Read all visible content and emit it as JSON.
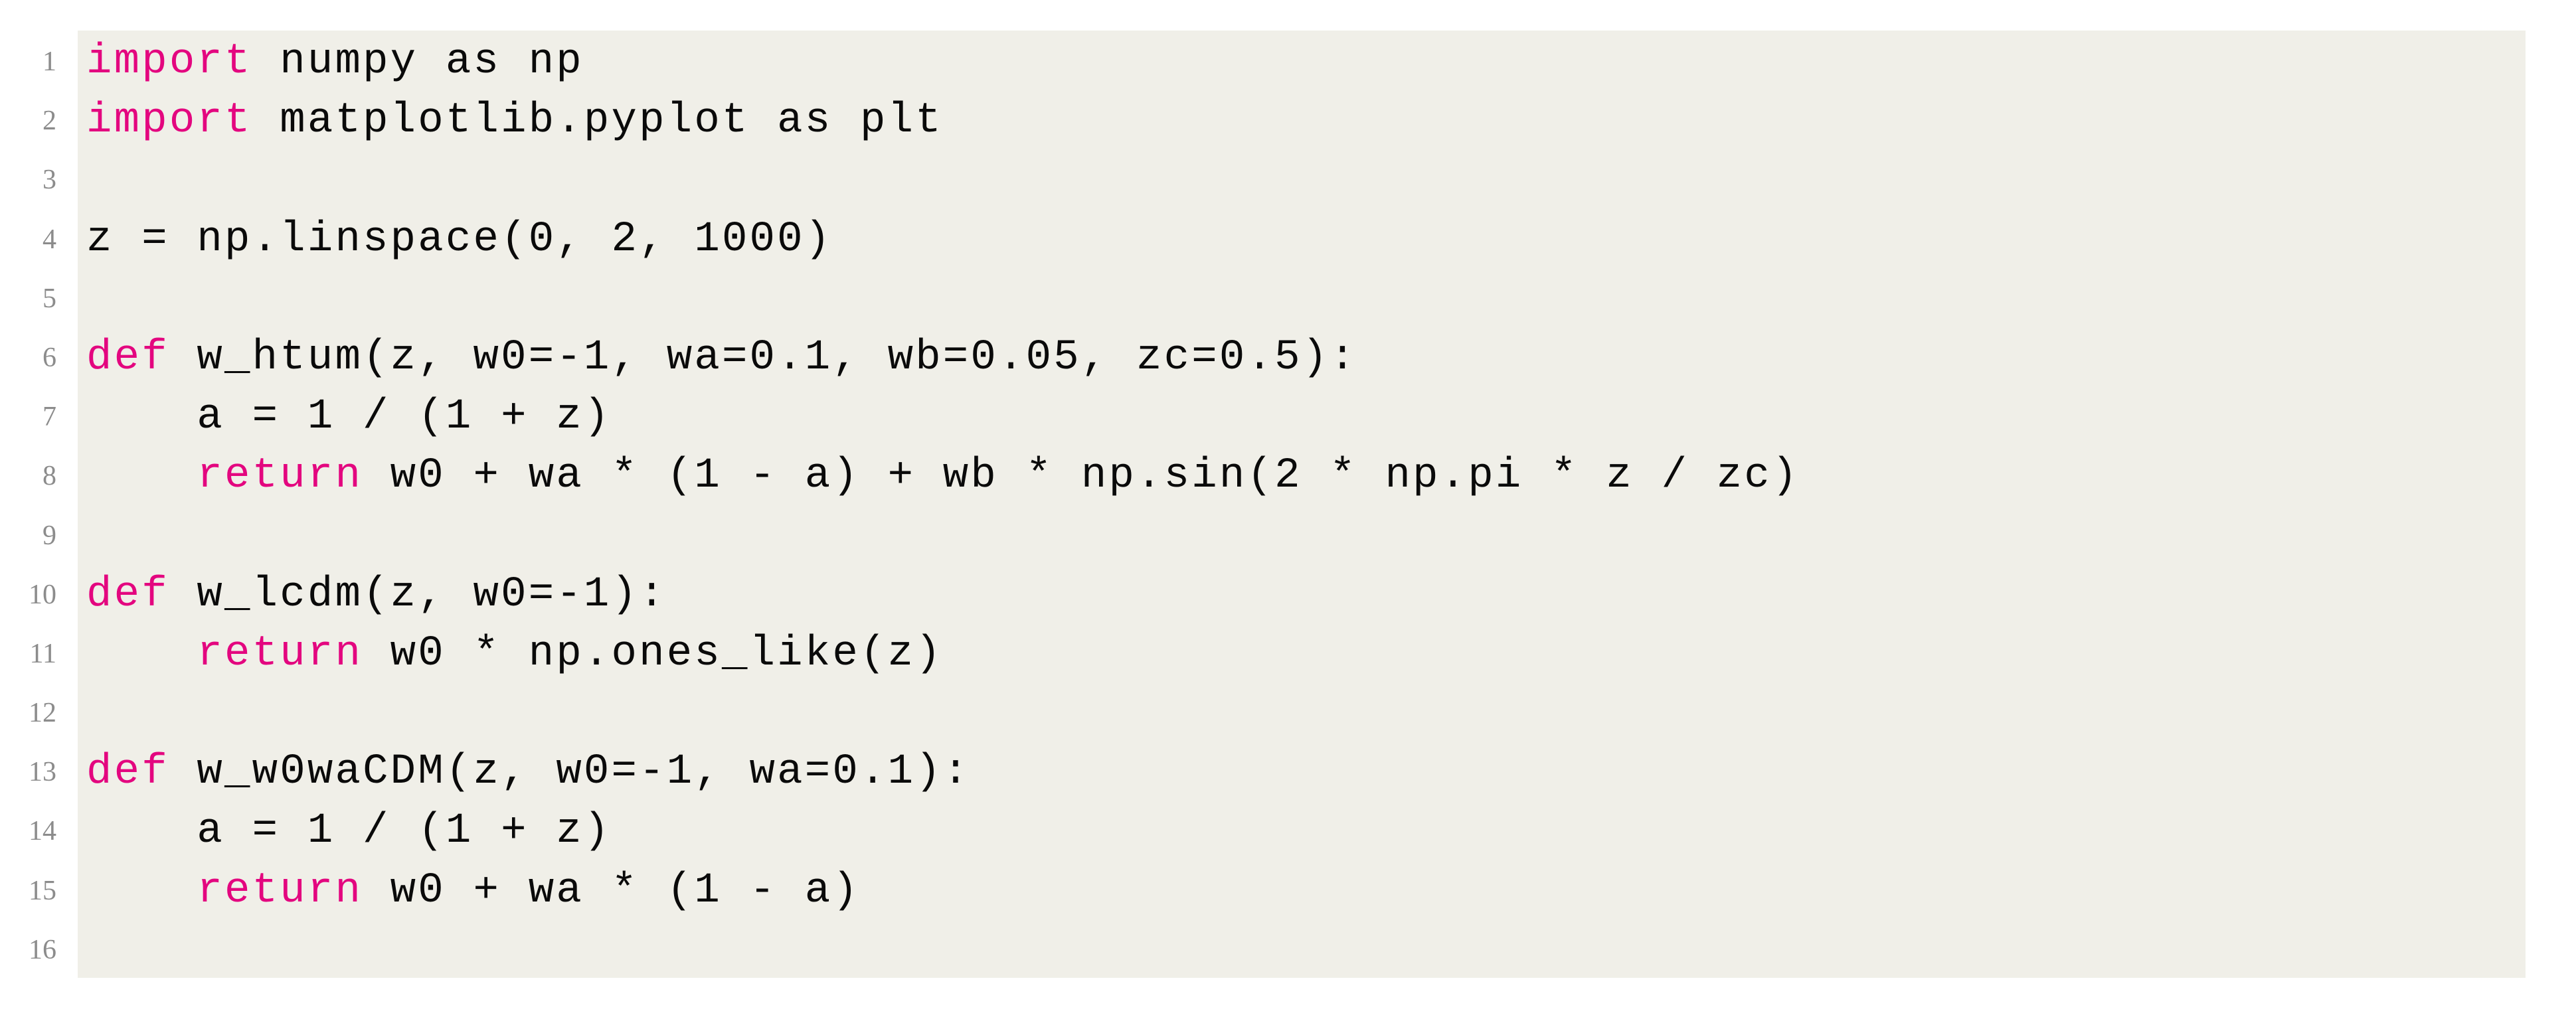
{
  "colors": {
    "page_background": "#ffffff",
    "block_background": "#f0efe8",
    "code_text": "#0a0a0a",
    "keyword": "#e3067f",
    "line_number": "#8c8c8c"
  },
  "code": {
    "language": "python",
    "keyword_list": [
      "import",
      "def",
      "return"
    ],
    "lines": [
      {
        "n": "1",
        "segments": [
          {
            "t": "import",
            "k": true
          },
          {
            "t": " numpy as np",
            "k": false
          }
        ]
      },
      {
        "n": "2",
        "segments": [
          {
            "t": "import",
            "k": true
          },
          {
            "t": " matplotlib.pyplot as plt",
            "k": false
          }
        ]
      },
      {
        "n": "3",
        "segments": []
      },
      {
        "n": "4",
        "segments": [
          {
            "t": "z = np.linspace(0, 2, 1000)",
            "k": false
          }
        ]
      },
      {
        "n": "5",
        "segments": []
      },
      {
        "n": "6",
        "segments": [
          {
            "t": "def",
            "k": true
          },
          {
            "t": " w_htum(z, w0=-1, wa=0.1, wb=0.05, zc=0.5):",
            "k": false
          }
        ]
      },
      {
        "n": "7",
        "segments": [
          {
            "t": "    a = 1 / (1 + z)",
            "k": false
          }
        ]
      },
      {
        "n": "8",
        "segments": [
          {
            "t": "    ",
            "k": false
          },
          {
            "t": "return",
            "k": true
          },
          {
            "t": " w0 + wa * (1 - a) + wb * np.sin(2 * np.pi * z / zc)",
            "k": false
          }
        ]
      },
      {
        "n": "9",
        "segments": []
      },
      {
        "n": "10",
        "segments": [
          {
            "t": "def",
            "k": true
          },
          {
            "t": " w_lcdm(z, w0=-1):",
            "k": false
          }
        ]
      },
      {
        "n": "11",
        "segments": [
          {
            "t": "    ",
            "k": false
          },
          {
            "t": "return",
            "k": true
          },
          {
            "t": " w0 * np.ones_like(z)",
            "k": false
          }
        ]
      },
      {
        "n": "12",
        "segments": []
      },
      {
        "n": "13",
        "segments": [
          {
            "t": "def",
            "k": true
          },
          {
            "t": " w_w0waCDM(z, w0=-1, wa=0.1):",
            "k": false
          }
        ]
      },
      {
        "n": "14",
        "segments": [
          {
            "t": "    a = 1 / (1 + z)",
            "k": false
          }
        ]
      },
      {
        "n": "15",
        "segments": [
          {
            "t": "    ",
            "k": false
          },
          {
            "t": "return",
            "k": true
          },
          {
            "t": " w0 + wa * (1 - a)",
            "k": false
          }
        ]
      },
      {
        "n": "16",
        "segments": []
      }
    ]
  }
}
